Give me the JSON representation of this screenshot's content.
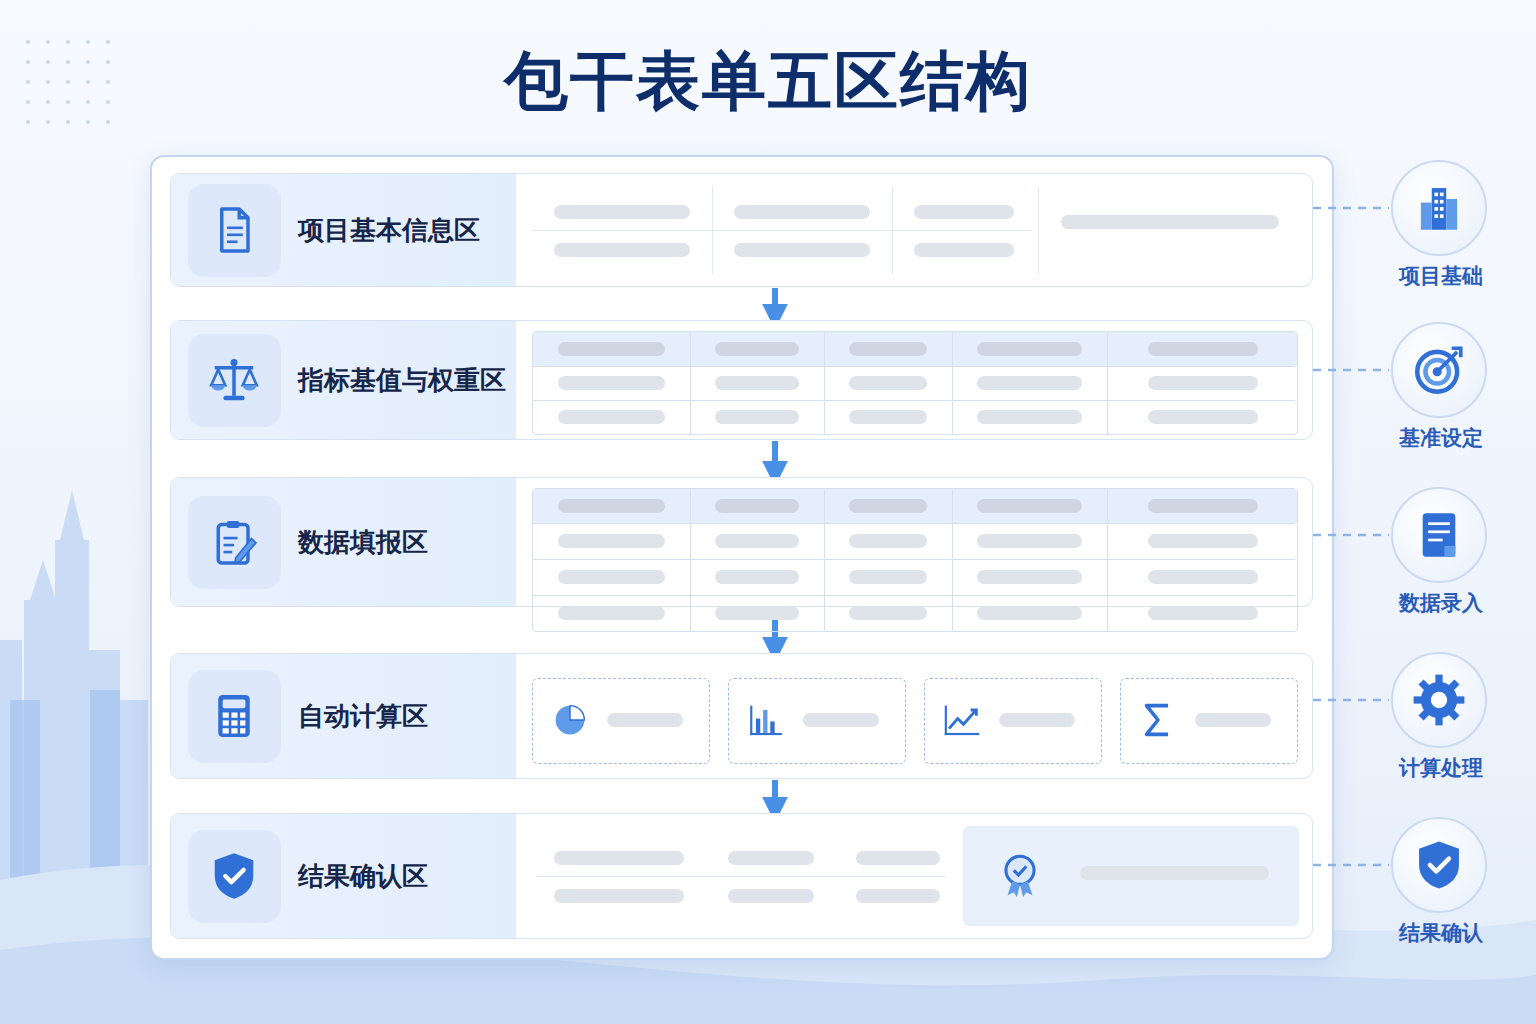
{
  "diagram": {
    "title": "包干表单五区结构",
    "nodes": [
      {
        "text": [
          "项目基本信息区"
        ]
      },
      {
        "text": [
          "指标基值与权重区"
        ]
      },
      {
        "text": [
          "数据填报区"
        ]
      },
      {
        "text": [
          "自动计算区"
        ]
      },
      {
        "text": [
          "结果确认区"
        ]
      },
      {
        "text": [
          "项目基础"
        ]
      },
      {
        "text": [
          "基准设定"
        ]
      },
      {
        "text": [
          "数据录入"
        ]
      },
      {
        "text": [
          "计算处理"
        ]
      },
      {
        "text": [
          "结果确认"
        ]
      }
    ],
    "edges": [
      {
        "from": 0,
        "to": 1,
        "arrow": "to"
      },
      {
        "from": 1,
        "to": 2,
        "arrow": "to"
      },
      {
        "from": 2,
        "to": 3,
        "arrow": "to"
      },
      {
        "from": 3,
        "to": 4,
        "arrow": "to"
      },
      {
        "from": 0,
        "to": 5,
        "arrow": "none"
      },
      {
        "from": 1,
        "to": 6,
        "arrow": "none"
      },
      {
        "from": 2,
        "to": 7,
        "arrow": "none"
      },
      {
        "from": 3,
        "to": 8,
        "arrow": "none"
      },
      {
        "from": 4,
        "to": 9,
        "arrow": "none"
      }
    ]
  }
}
